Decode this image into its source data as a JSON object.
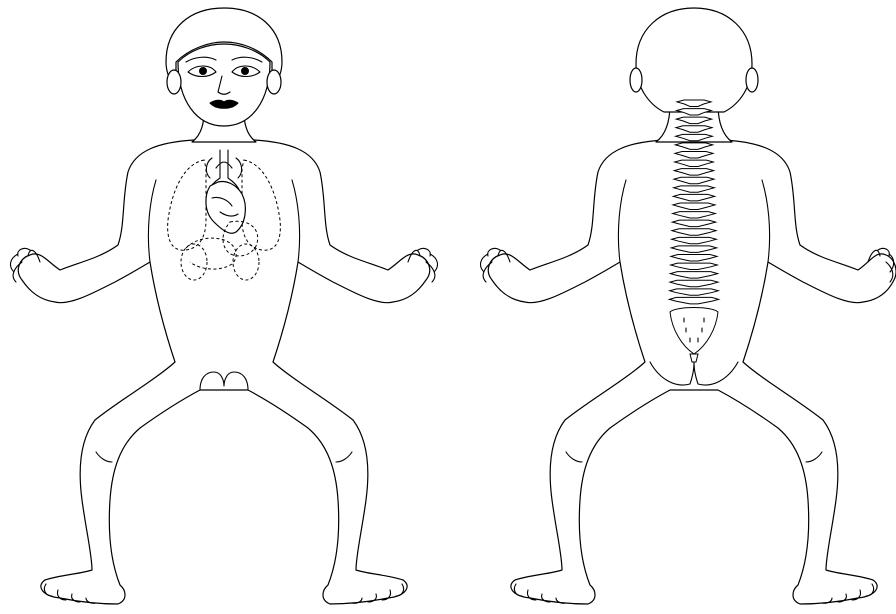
{
  "figure": {
    "views": [
      "front",
      "back"
    ],
    "colors": {
      "line": "#000000",
      "fill": "#ffffff"
    },
    "front": {
      "organs": [
        "lungs",
        "heart",
        "aorta",
        "trachea",
        "stomach",
        "kidneys"
      ]
    },
    "back": {
      "spine_vertebrae": 24
    }
  }
}
